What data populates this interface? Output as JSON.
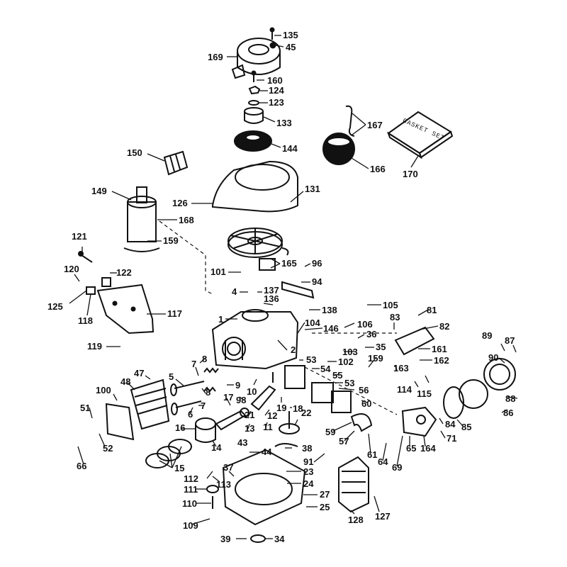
{
  "gasket_set_text": "GASKET SET",
  "callouts": [
    {
      "id": "135",
      "text": "135"
    },
    {
      "id": "45",
      "text": "45"
    },
    {
      "id": "169",
      "text": "169"
    },
    {
      "id": "160",
      "text": "160"
    },
    {
      "id": "124",
      "text": "124"
    },
    {
      "id": "123",
      "text": "123"
    },
    {
      "id": "133",
      "text": "133"
    },
    {
      "id": "144",
      "text": "144"
    },
    {
      "id": "167",
      "text": "167"
    },
    {
      "id": "166",
      "text": "166"
    },
    {
      "id": "170",
      "text": "170"
    },
    {
      "id": "150",
      "text": "150"
    },
    {
      "id": "126",
      "text": "126"
    },
    {
      "id": "131",
      "text": "131"
    },
    {
      "id": "149",
      "text": "149"
    },
    {
      "id": "168",
      "text": "168"
    },
    {
      "id": "159a",
      "text": "159"
    },
    {
      "id": "121",
      "text": "121"
    },
    {
      "id": "165",
      "text": "165"
    },
    {
      "id": "101",
      "text": "101"
    },
    {
      "id": "96",
      "text": "96"
    },
    {
      "id": "120",
      "text": "120"
    },
    {
      "id": "122",
      "text": "122"
    },
    {
      "id": "94",
      "text": "94"
    },
    {
      "id": "4",
      "text": "4"
    },
    {
      "id": "137",
      "text": "137"
    },
    {
      "id": "125",
      "text": "125"
    },
    {
      "id": "118",
      "text": "118"
    },
    {
      "id": "117",
      "text": "117"
    },
    {
      "id": "136",
      "text": "136"
    },
    {
      "id": "138",
      "text": "138"
    },
    {
      "id": "105",
      "text": "105"
    },
    {
      "id": "1",
      "text": "1"
    },
    {
      "id": "104",
      "text": "104"
    },
    {
      "id": "81",
      "text": "81"
    },
    {
      "id": "83",
      "text": "83"
    },
    {
      "id": "146",
      "text": "146"
    },
    {
      "id": "106",
      "text": "106"
    },
    {
      "id": "82",
      "text": "82"
    },
    {
      "id": "119",
      "text": "119"
    },
    {
      "id": "2",
      "text": "2"
    },
    {
      "id": "36",
      "text": "36"
    },
    {
      "id": "89",
      "text": "89"
    },
    {
      "id": "87",
      "text": "87"
    },
    {
      "id": "35",
      "text": "35"
    },
    {
      "id": "103",
      "text": "103"
    },
    {
      "id": "161",
      "text": "161"
    },
    {
      "id": "90",
      "text": "90"
    },
    {
      "id": "102",
      "text": "102"
    },
    {
      "id": "53a",
      "text": "53"
    },
    {
      "id": "159b",
      "text": "159"
    },
    {
      "id": "162",
      "text": "162"
    },
    {
      "id": "8a",
      "text": "8"
    },
    {
      "id": "54",
      "text": "54"
    },
    {
      "id": "5",
      "text": "5"
    },
    {
      "id": "7a",
      "text": "7"
    },
    {
      "id": "55",
      "text": "55"
    },
    {
      "id": "163",
      "text": "163"
    },
    {
      "id": "47",
      "text": "47"
    },
    {
      "id": "9",
      "text": "9"
    },
    {
      "id": "53b",
      "text": "53"
    },
    {
      "id": "114",
      "text": "114"
    },
    {
      "id": "48",
      "text": "48"
    },
    {
      "id": "10",
      "text": "10"
    },
    {
      "id": "115",
      "text": "115"
    },
    {
      "id": "100",
      "text": "100"
    },
    {
      "id": "56",
      "text": "56"
    },
    {
      "id": "88",
      "text": "88"
    },
    {
      "id": "8b",
      "text": "8"
    },
    {
      "id": "98",
      "text": "98"
    },
    {
      "id": "19",
      "text": "19"
    },
    {
      "id": "17",
      "text": "17"
    },
    {
      "id": "60",
      "text": "60"
    },
    {
      "id": "7b",
      "text": "7"
    },
    {
      "id": "18",
      "text": "18"
    },
    {
      "id": "86",
      "text": "86"
    },
    {
      "id": "6",
      "text": "6"
    },
    {
      "id": "21",
      "text": "21"
    },
    {
      "id": "12",
      "text": "12"
    },
    {
      "id": "51",
      "text": "51"
    },
    {
      "id": "22",
      "text": "22"
    },
    {
      "id": "85",
      "text": "85"
    },
    {
      "id": "84",
      "text": "84"
    },
    {
      "id": "16",
      "text": "16"
    },
    {
      "id": "13",
      "text": "13"
    },
    {
      "id": "11",
      "text": "11"
    },
    {
      "id": "59",
      "text": "59"
    },
    {
      "id": "71",
      "text": "71"
    },
    {
      "id": "57",
      "text": "57"
    },
    {
      "id": "52",
      "text": "52"
    },
    {
      "id": "14",
      "text": "14"
    },
    {
      "id": "65",
      "text": "65"
    },
    {
      "id": "164",
      "text": "164"
    },
    {
      "id": "43",
      "text": "43"
    },
    {
      "id": "61",
      "text": "61"
    },
    {
      "id": "38",
      "text": "38"
    },
    {
      "id": "44",
      "text": "44"
    },
    {
      "id": "66",
      "text": "66"
    },
    {
      "id": "15",
      "text": "15"
    },
    {
      "id": "64",
      "text": "64"
    },
    {
      "id": "91",
      "text": "91"
    },
    {
      "id": "69",
      "text": "69"
    },
    {
      "id": "37",
      "text": "37"
    },
    {
      "id": "23",
      "text": "23"
    },
    {
      "id": "112",
      "text": "112"
    },
    {
      "id": "113",
      "text": "113"
    },
    {
      "id": "24",
      "text": "24"
    },
    {
      "id": "111",
      "text": "111"
    },
    {
      "id": "27",
      "text": "27"
    },
    {
      "id": "110",
      "text": "110"
    },
    {
      "id": "25",
      "text": "25"
    },
    {
      "id": "127",
      "text": "127"
    },
    {
      "id": "128",
      "text": "128"
    },
    {
      "id": "109",
      "text": "109"
    },
    {
      "id": "39",
      "text": "39"
    },
    {
      "id": "34",
      "text": "34"
    }
  ]
}
